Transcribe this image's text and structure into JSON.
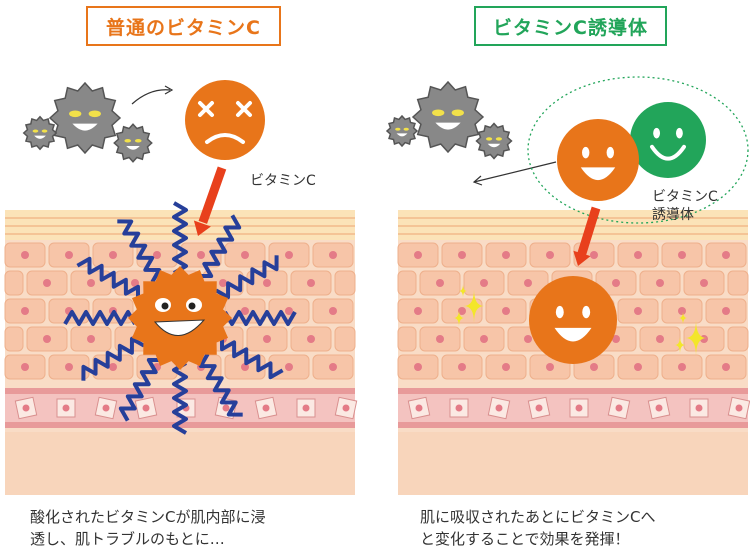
{
  "left_panel": {
    "title": "普通のビタミンC",
    "label": "ビタミンC",
    "caption_line1": "酸化されたビタミンCが肌内部に浸",
    "caption_line2": "透し、肌トラブルのもとに…"
  },
  "right_panel": {
    "title": "ビタミンC誘導体",
    "label_line1": "ビタミンC",
    "label_line2": "誘導体",
    "caption_line1": "肌に吸収されたあとにビタミンCへ",
    "caption_line2": "と変化することで効果を発揮！"
  },
  "colors": {
    "orange": "#e8751a",
    "green": "#22a55a",
    "red_arrow": "#e8401c",
    "skin": "#f6d2b8",
    "vessel": "#e89a9a"
  }
}
